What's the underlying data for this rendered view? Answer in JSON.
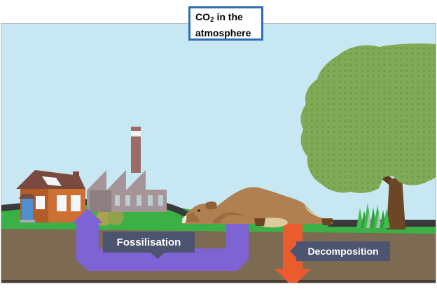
{
  "header_box": {
    "line1_prefix": "CO",
    "line1_sub": "2",
    "line1_rest": " in the",
    "line2": "atmosphere"
  },
  "arrow_labels": {
    "fossilisation": "Fossilisation",
    "decomposition": "Decomposition"
  },
  "colors": {
    "co2_box_border": "#2d6db5",
    "label_background": "#4d5470",
    "label_text": "#ffffff",
    "fossilisation_arrow": "#7d63d3",
    "decomposition_arrow": "#ea5b2d",
    "sky": "#c7e8f3",
    "grass": "#3bb046",
    "soil": "#7c6a52",
    "road": "#3a3a3a",
    "tree_canopy": "#80aa55",
    "tree_trunk": "#6d4626",
    "house_wall": "#cc7033",
    "house_roof": "#7a4a40",
    "factory_body": "#a59598",
    "animal_body": "#b08050"
  }
}
